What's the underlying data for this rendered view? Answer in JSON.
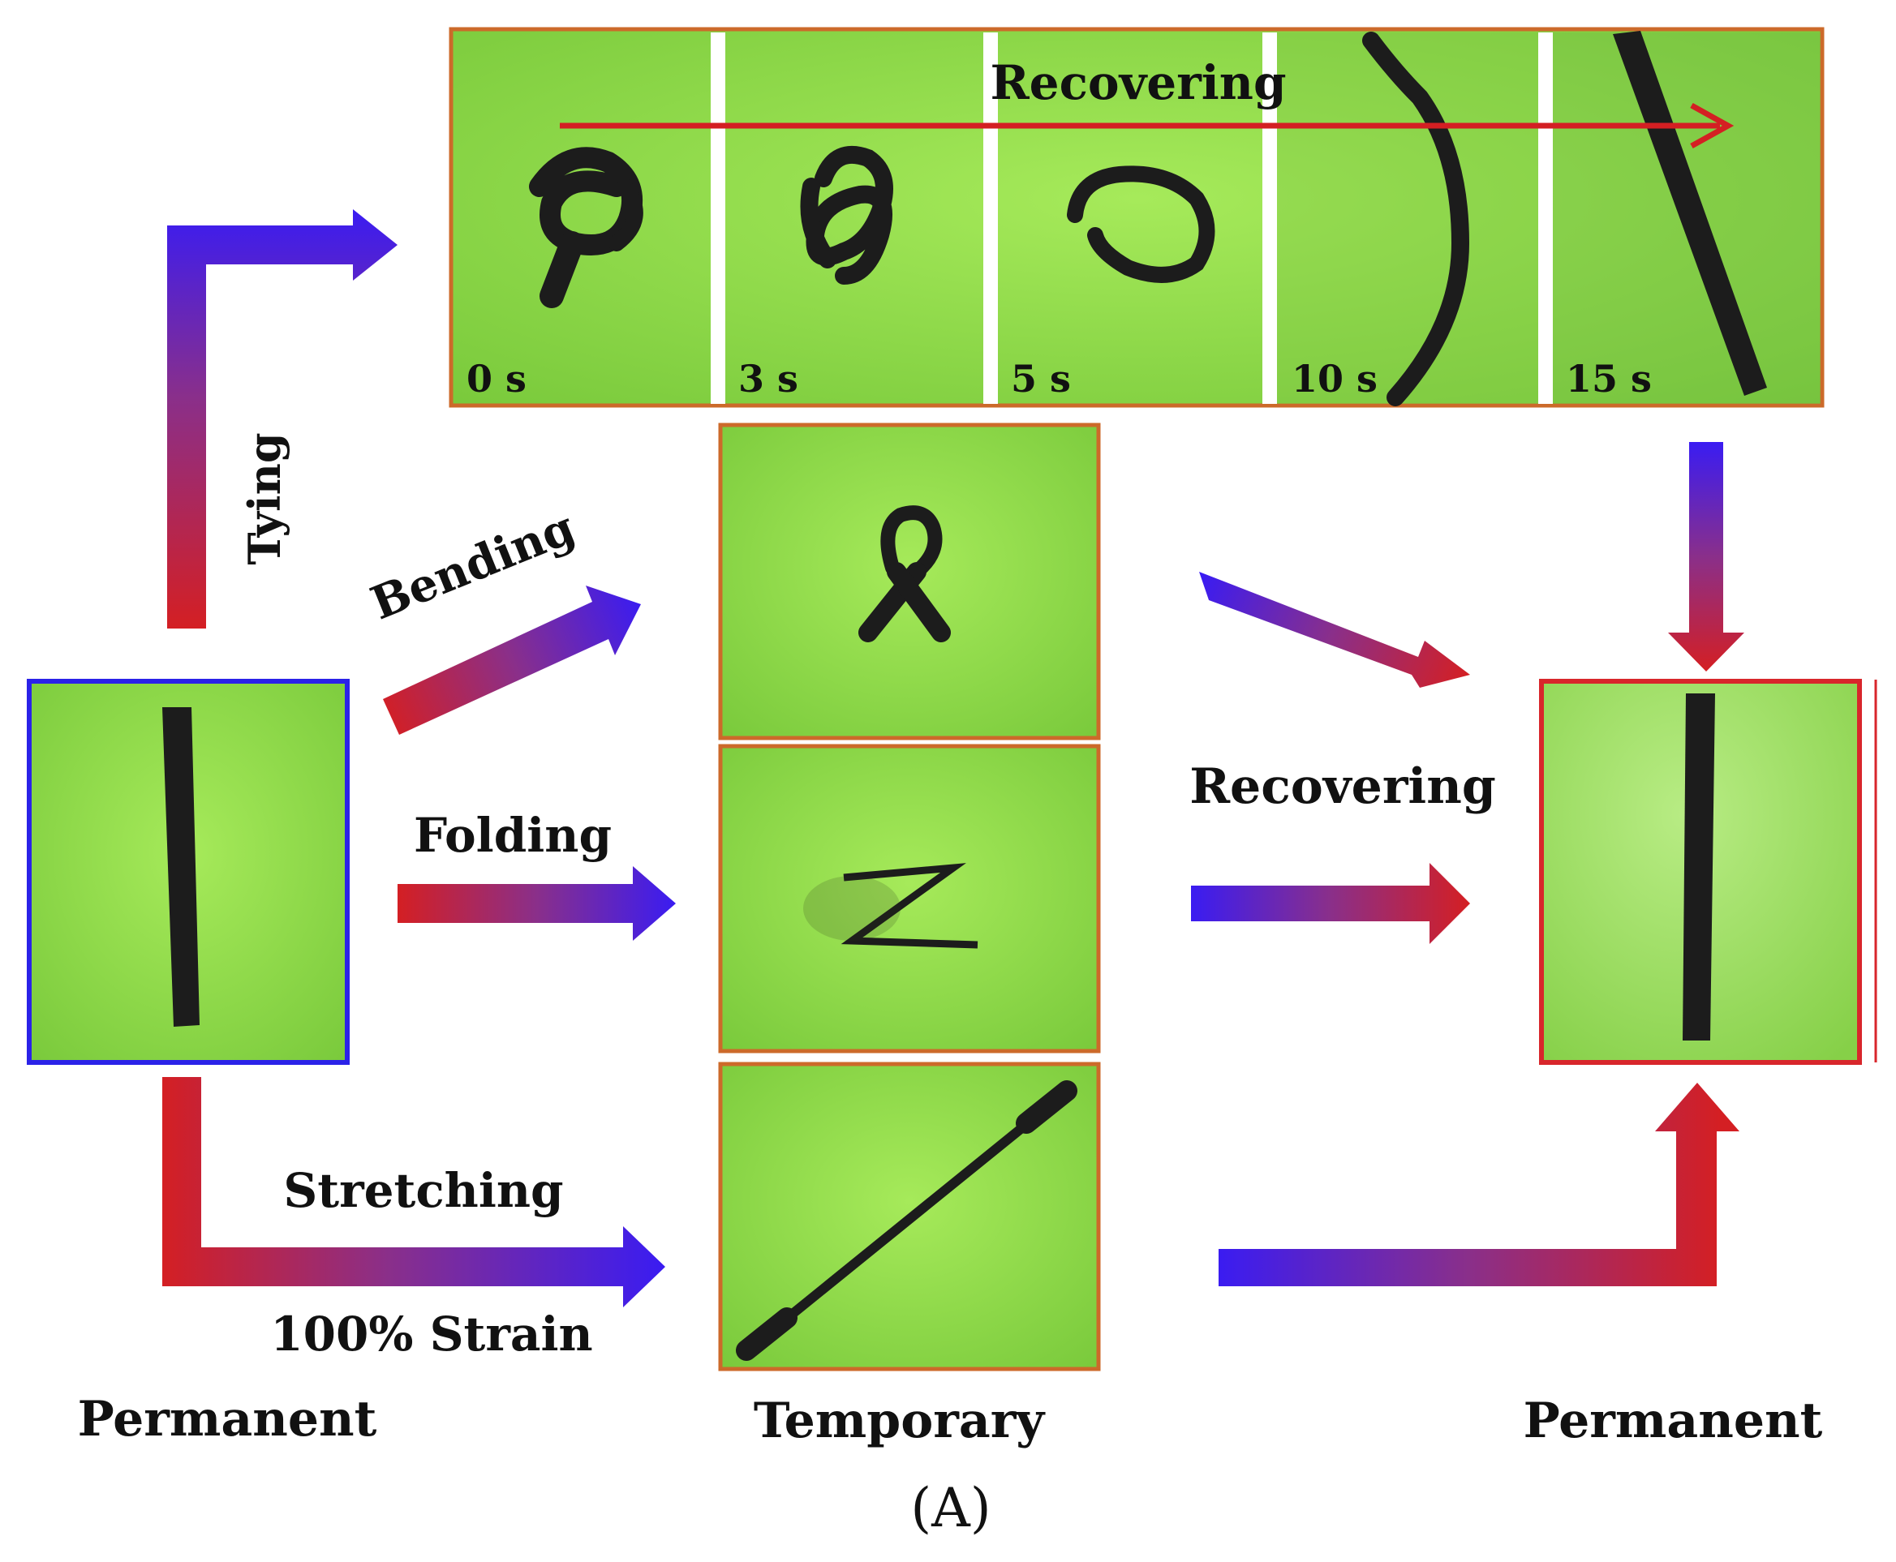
{
  "figure": {
    "panel_label": "(A)",
    "colors": {
      "photo_green": "#8fdb4a",
      "frame_orange": "#cc6a2a",
      "frame_blue": "#2b22e8",
      "frame_red": "#d8262b",
      "arrow_blue": "#3a1cf2",
      "arrow_red": "#d41f23",
      "strip_black": "#1c1c1c"
    },
    "labels": {
      "recovering_top": "Recovering",
      "tying": "Tying",
      "bending": "Bending",
      "folding": "Folding",
      "stretching": "Stretching",
      "strain": "100% Strain",
      "recovering_mid": "Recovering",
      "permanent_left": "Permanent",
      "temporary": "Temporary",
      "permanent_right": "Permanent"
    },
    "timeline": [
      {
        "time": "0 s",
        "shape": "knot-tight"
      },
      {
        "time": "3 s",
        "shape": "knot-loose"
      },
      {
        "time": "5 s",
        "shape": "loop"
      },
      {
        "time": "10 s",
        "shape": "curve"
      },
      {
        "time": "15 s",
        "shape": "straight"
      }
    ],
    "temporary_shapes": [
      "ribbon",
      "zigzag",
      "stretched"
    ]
  }
}
